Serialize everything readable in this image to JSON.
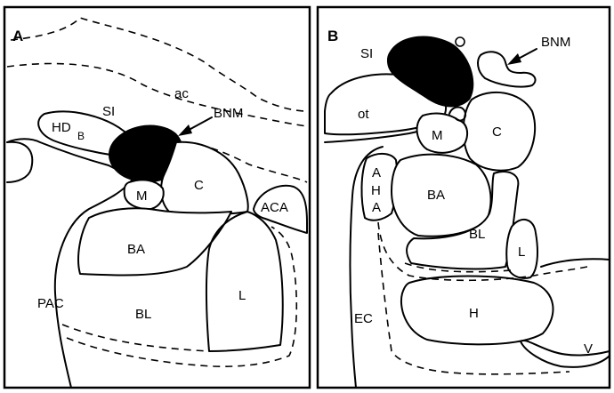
{
  "panels": [
    {
      "letter": "A",
      "labels": {
        "ac": "ac",
        "SI": "SI",
        "HDB": "HD",
        "HDB_sub": "B",
        "BNM": "BNM",
        "M": "M",
        "C": "C",
        "ACA": "ACA",
        "BA": "BA",
        "PAC": "PAC",
        "BL": "BL",
        "L": "L"
      }
    },
    {
      "letter": "B",
      "labels": {
        "SI": "SI",
        "BNM": "BNM",
        "ot": "ot",
        "M": "M",
        "C": "C",
        "AHA": [
          "A",
          "H",
          "A"
        ],
        "BA": "BA",
        "BL": "BL",
        "L": "L",
        "EC": "EC",
        "H": "H",
        "V": "V"
      }
    }
  ],
  "colors": {
    "ink": "#000000",
    "paper": "#ffffff"
  }
}
